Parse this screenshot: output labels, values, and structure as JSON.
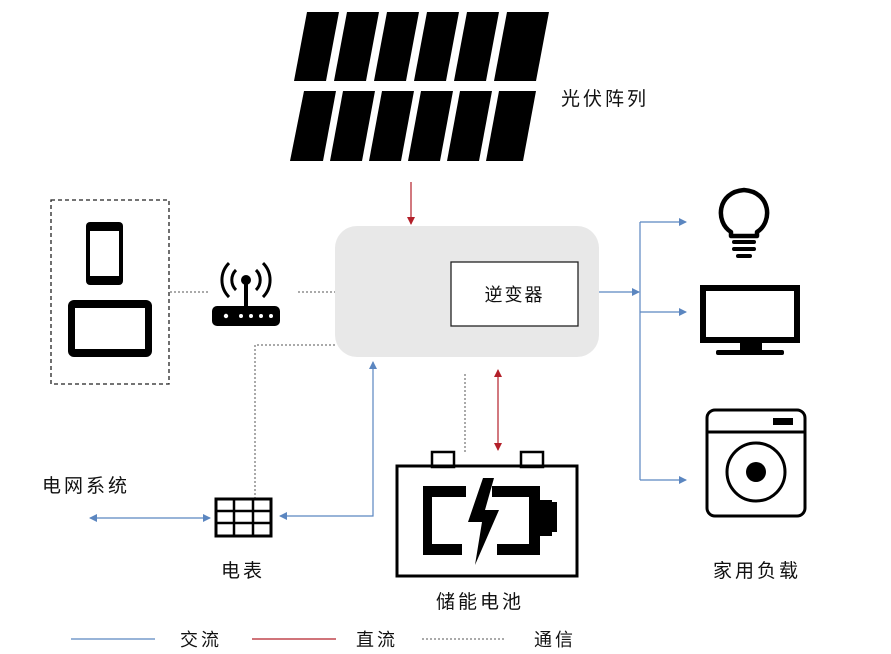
{
  "labels": {
    "pv_array": "光伏阵列",
    "inverter": "逆变器",
    "grid_system": "电网系统",
    "meter": "电表",
    "battery": "储能电池",
    "home_load": "家用负载"
  },
  "legend": [
    {
      "label": "交流",
      "color": "#5b86c0",
      "style": "solid"
    },
    {
      "label": "直流",
      "color": "#b3202a",
      "style": "solid"
    },
    {
      "label": "通信",
      "color": "#555555",
      "style": "dotted"
    }
  ],
  "colors": {
    "ac": "#5b86c0",
    "dc": "#b3202a",
    "comm": "#555555",
    "hub_fill": "#e8e8e8"
  },
  "icons": [
    "solar-panel-icon",
    "phone-icon",
    "tablet-icon",
    "router-icon",
    "meter-icon",
    "battery-icon",
    "lightbulb-icon",
    "tv-icon",
    "washing-machine-icon"
  ]
}
